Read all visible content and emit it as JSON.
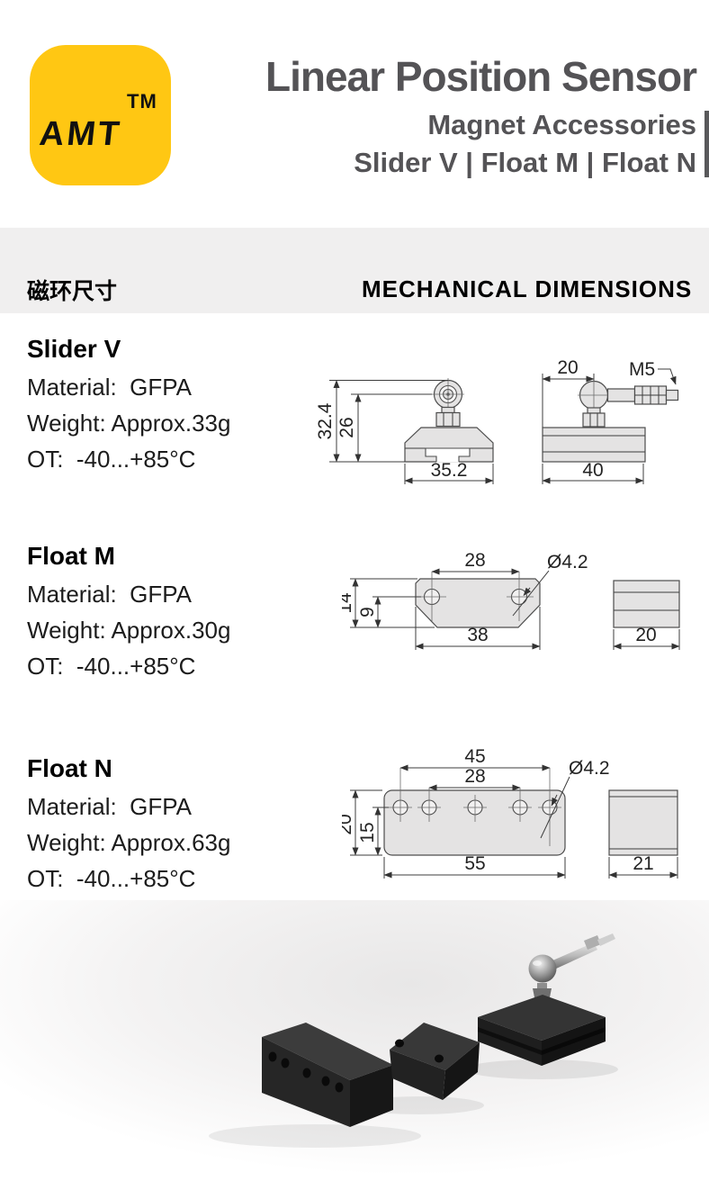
{
  "header": {
    "logo_text": "AMT",
    "logo_tm": "TM",
    "title": "Linear Position Sensor",
    "subtitle": "Magnet Accessories",
    "variants": "Slider V | Float M | Float N"
  },
  "section_bar": {
    "title_cn": "磁环尺寸",
    "title_en": "MECHANICAL DIMENSIONS"
  },
  "products": [
    {
      "name": "Slider V",
      "material": "Material:  GFPA",
      "weight": "Weight: Approx.33g",
      "ot": "OT:  -40...+85°C"
    },
    {
      "name": "Float M",
      "material": "Material:  GFPA",
      "weight": "Weight: Approx.30g",
      "ot": "OT:  -40...+85°C"
    },
    {
      "name": "Float N",
      "material": "Material:  GFPA",
      "weight": "Weight: Approx.63g",
      "ot": "OT:  -40...+85°C"
    }
  ],
  "diagrams": {
    "slider_v": {
      "height_outer": "32.4",
      "height_inner": "26",
      "front_width": "35.2",
      "top_offset": "20",
      "thread": "M5",
      "side_width": "40"
    },
    "float_m": {
      "hole_spacing": "28",
      "hole_dia": "Ø4.2",
      "height": "14",
      "hole_height": "9",
      "width": "38",
      "depth": "20"
    },
    "float_n": {
      "outer_span": "45",
      "inner_span": "28",
      "hole_dia": "Ø4.2",
      "height": "20",
      "hole_height": "15",
      "width": "55",
      "depth": "21"
    }
  },
  "colors": {
    "logo_yellow": "#FFC713",
    "title_gray": "#545356",
    "band_gray": "#F0EFEF"
  }
}
